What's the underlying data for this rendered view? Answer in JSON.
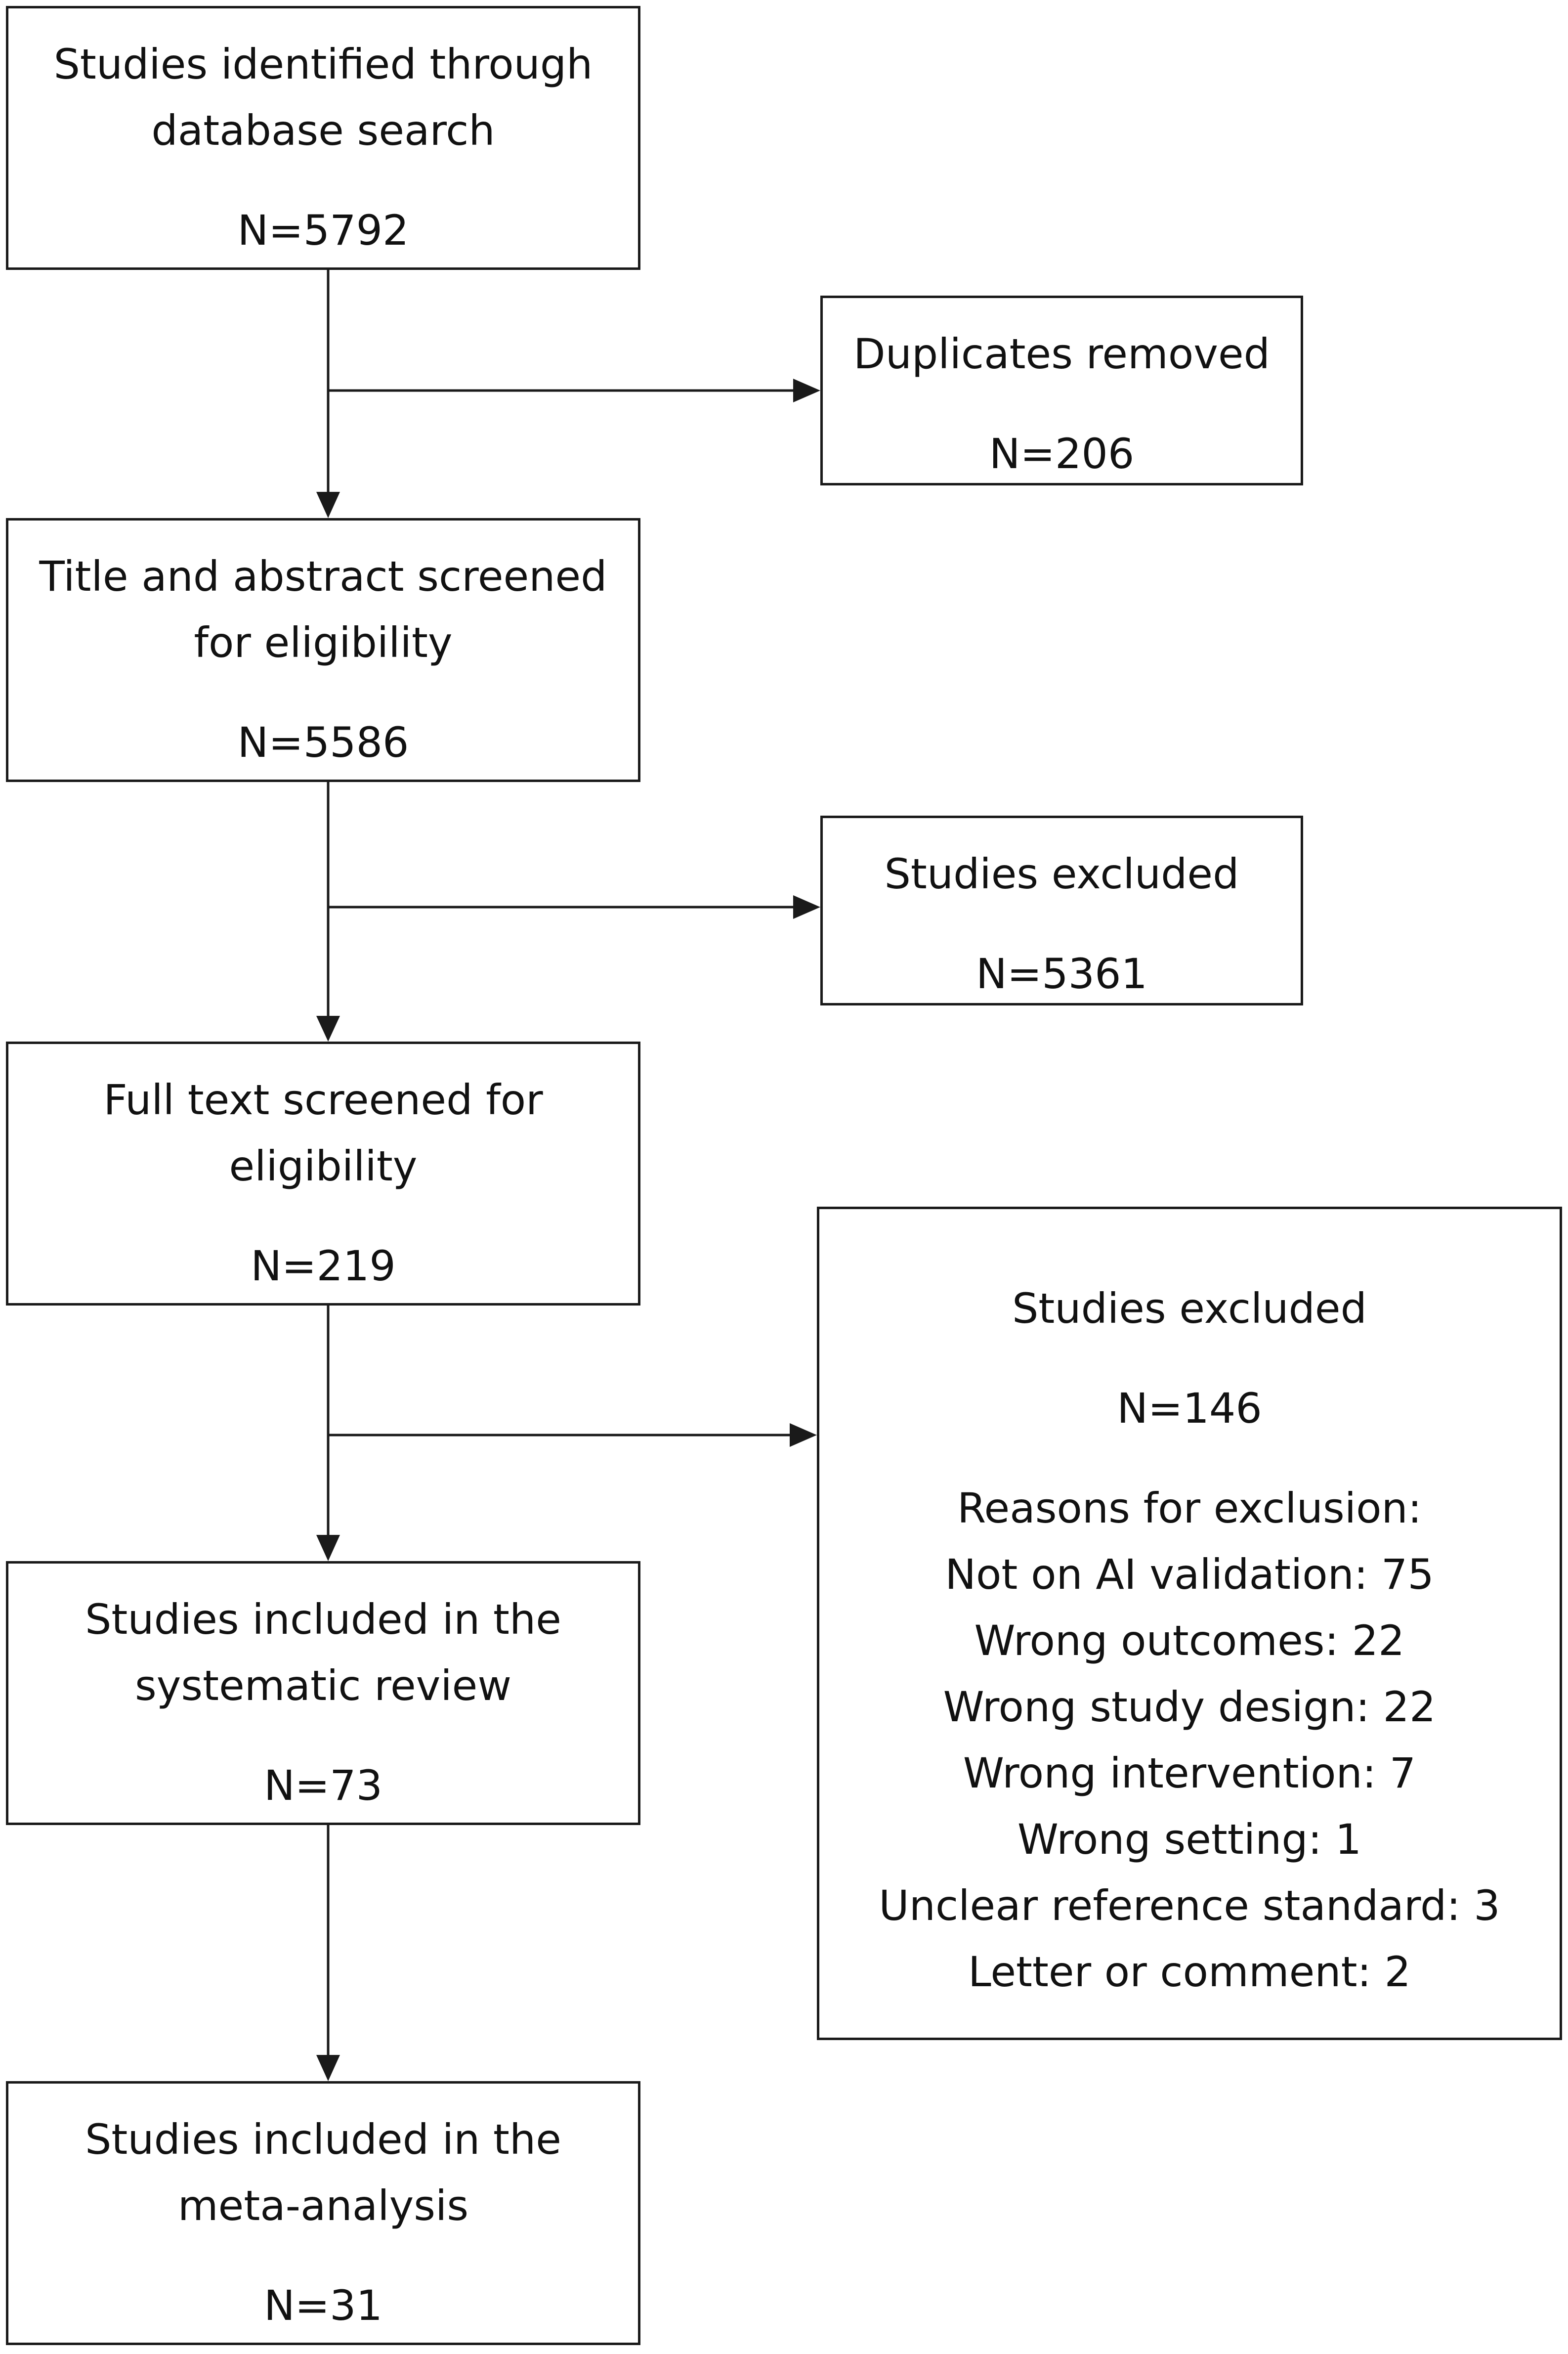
{
  "flowchart": {
    "search": {
      "lines": [
        "Studies identified through",
        "database search"
      ],
      "count": "N=5792"
    },
    "duplicates": {
      "lines": [
        "Duplicates removed"
      ],
      "count": "N=206"
    },
    "title_abstract": {
      "lines": [
        "Title and abstract screened",
        "for eligibility"
      ],
      "count": "N=5586"
    },
    "excluded_1": {
      "lines": [
        "Studies excluded"
      ],
      "count": "N=5361"
    },
    "full_text": {
      "lines": [
        "Full text screened for",
        "eligibility"
      ],
      "count": "N=219"
    },
    "excluded_2": {
      "lines": [
        "Studies excluded"
      ],
      "count": "N=146",
      "reasons_heading": "Reasons for exclusion:",
      "reasons": [
        "Not on AI validation: 75",
        "Wrong outcomes: 22",
        "Wrong study design: 22",
        "Wrong intervention: 7",
        "Wrong setting: 1",
        "Unclear reference standard: 3",
        "Letter or comment: 2"
      ]
    },
    "systematic_review": {
      "lines": [
        "Studies included in the",
        "systematic review"
      ],
      "count": "N=73"
    },
    "meta_analysis": {
      "lines": [
        "Studies included in the",
        "meta-analysis"
      ],
      "count": "N=31"
    }
  }
}
